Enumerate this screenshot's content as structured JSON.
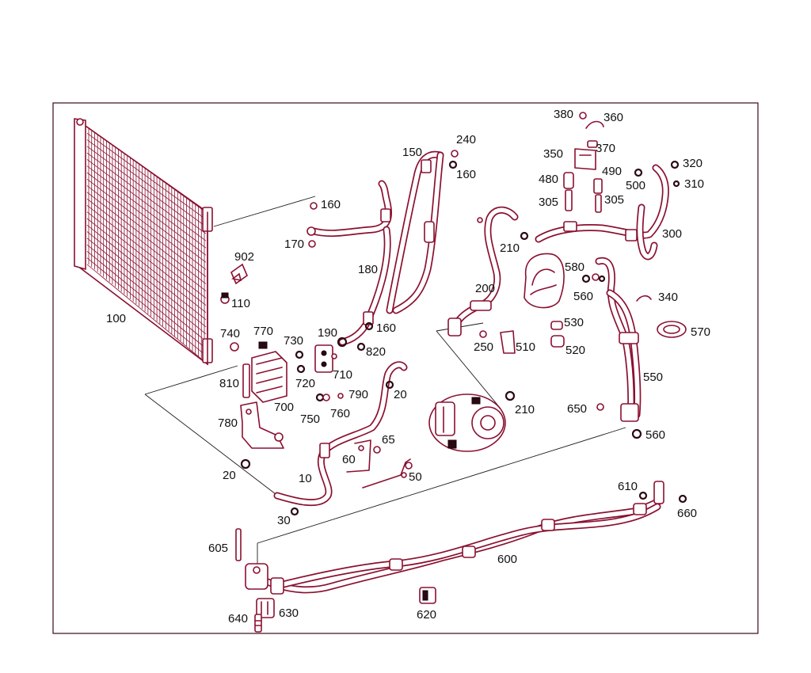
{
  "diagram": {
    "labels": [
      {
        "id": "100",
        "text": "100"
      },
      {
        "id": "110",
        "text": "110"
      },
      {
        "id": "902",
        "text": "902"
      },
      {
        "id": "160a",
        "text": "160"
      },
      {
        "id": "170",
        "text": "170"
      },
      {
        "id": "180",
        "text": "180"
      },
      {
        "id": "150",
        "text": "150"
      },
      {
        "id": "240",
        "text": "240"
      },
      {
        "id": "160b",
        "text": "160"
      },
      {
        "id": "160c",
        "text": "160"
      },
      {
        "id": "190",
        "text": "190"
      },
      {
        "id": "820",
        "text": "820"
      },
      {
        "id": "740",
        "text": "740"
      },
      {
        "id": "770",
        "text": "770"
      },
      {
        "id": "730",
        "text": "730"
      },
      {
        "id": "710",
        "text": "710"
      },
      {
        "id": "720",
        "text": "720"
      },
      {
        "id": "810",
        "text": "810"
      },
      {
        "id": "700",
        "text": "700"
      },
      {
        "id": "790",
        "text": "790"
      },
      {
        "id": "750",
        "text": "750"
      },
      {
        "id": "760",
        "text": "760"
      },
      {
        "id": "780",
        "text": "780"
      },
      {
        "id": "20a",
        "text": "20"
      },
      {
        "id": "20b",
        "text": "20"
      },
      {
        "id": "10",
        "text": "10"
      },
      {
        "id": "30",
        "text": "30"
      },
      {
        "id": "60",
        "text": "60"
      },
      {
        "id": "65",
        "text": "65"
      },
      {
        "id": "50",
        "text": "50"
      },
      {
        "id": "200",
        "text": "200"
      },
      {
        "id": "210a",
        "text": "210"
      },
      {
        "id": "210b",
        "text": "210"
      },
      {
        "id": "250",
        "text": "250"
      },
      {
        "id": "510",
        "text": "510"
      },
      {
        "id": "530",
        "text": "530"
      },
      {
        "id": "520",
        "text": "520"
      },
      {
        "id": "380",
        "text": "380"
      },
      {
        "id": "360",
        "text": "360"
      },
      {
        "id": "350",
        "text": "350"
      },
      {
        "id": "370",
        "text": "370"
      },
      {
        "id": "480",
        "text": "480"
      },
      {
        "id": "490",
        "text": "490"
      },
      {
        "id": "305a",
        "text": "305"
      },
      {
        "id": "305b",
        "text": "305"
      },
      {
        "id": "500",
        "text": "500"
      },
      {
        "id": "320",
        "text": "320"
      },
      {
        "id": "310",
        "text": "310"
      },
      {
        "id": "300",
        "text": "300"
      },
      {
        "id": "580",
        "text": "580"
      },
      {
        "id": "560a",
        "text": "560"
      },
      {
        "id": "340",
        "text": "340"
      },
      {
        "id": "570",
        "text": "570"
      },
      {
        "id": "550",
        "text": "550"
      },
      {
        "id": "650",
        "text": "650"
      },
      {
        "id": "560b",
        "text": "560"
      },
      {
        "id": "610",
        "text": "610"
      },
      {
        "id": "660",
        "text": "660"
      },
      {
        "id": "605",
        "text": "605"
      },
      {
        "id": "600",
        "text": "600"
      },
      {
        "id": "640",
        "text": "640"
      },
      {
        "id": "630",
        "text": "630"
      },
      {
        "id": "620",
        "text": "620"
      }
    ]
  }
}
